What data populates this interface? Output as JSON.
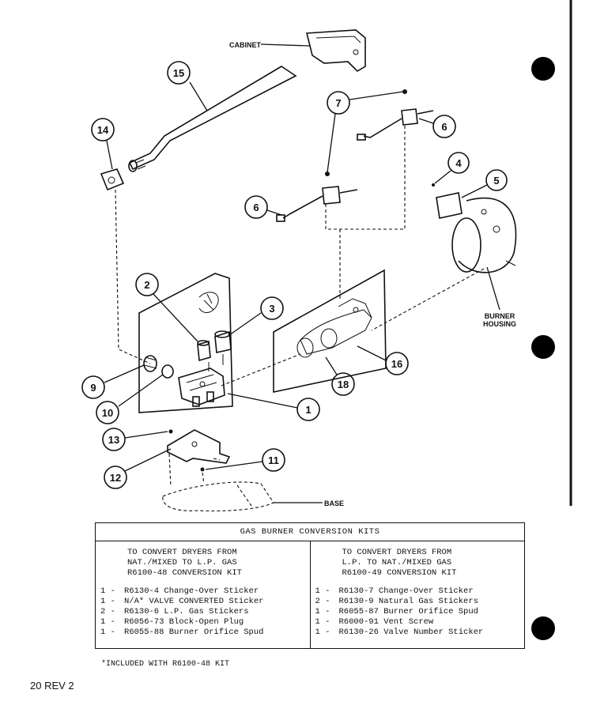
{
  "callouts": {
    "c1": "1",
    "c2": "2",
    "c3": "3",
    "c4": "4",
    "c5": "5",
    "c6a": "6",
    "c6b": "6",
    "c7": "7",
    "c9": "9",
    "c10": "10",
    "c11": "11",
    "c12": "12",
    "c13": "13",
    "c14": "14",
    "c15": "15",
    "c16": "16",
    "c18": "18"
  },
  "labels": {
    "cabinet": "CABINET",
    "burner": "BURNER",
    "housing": "HOUSING",
    "base": "BASE"
  },
  "table": {
    "title": "GAS BURNER CONVERSION KITS",
    "left": {
      "heading": [
        "TO CONVERT DRYERS FROM",
        "NAT./MIXED TO L.P. GAS",
        "R6100-48 CONVERSION KIT"
      ],
      "items": [
        {
          "qty": "1 -",
          "text": "R6130-4 Change-Over Sticker"
        },
        {
          "qty": "1 -",
          "text": "N/A* VALVE CONVERTED Sticker"
        },
        {
          "qty": "2 -",
          "text": "R6130-6 L.P. Gas Stickers"
        },
        {
          "qty": "1 -",
          "text": "R6056-73 Block-Open Plug"
        },
        {
          "qty": "1 -",
          "text": "R6055-88 Burner Orifice Spud"
        }
      ]
    },
    "right": {
      "heading": [
        "TO CONVERT DRYERS FROM",
        "L.P. TO NAT./MIXED GAS",
        "R6100-49 CONVERSION KIT"
      ],
      "items": [
        {
          "qty": "1 -",
          "text": "R6130-7 Change-Over Sticker"
        },
        {
          "qty": "2 -",
          "text": "R6130-9 Natural Gas Stickers"
        },
        {
          "qty": "1 -",
          "text": "R6055-87 Burner Orifice Spud"
        },
        {
          "qty": "1 -",
          "text": "R6000-91 Vent Screw"
        },
        {
          "qty": "1 -",
          "text": "R6130-26 Valve Number Sticker"
        }
      ]
    }
  },
  "footnote": "*INCLUDED WITH R6100-48 KIT",
  "page_number": "20 REV 2"
}
